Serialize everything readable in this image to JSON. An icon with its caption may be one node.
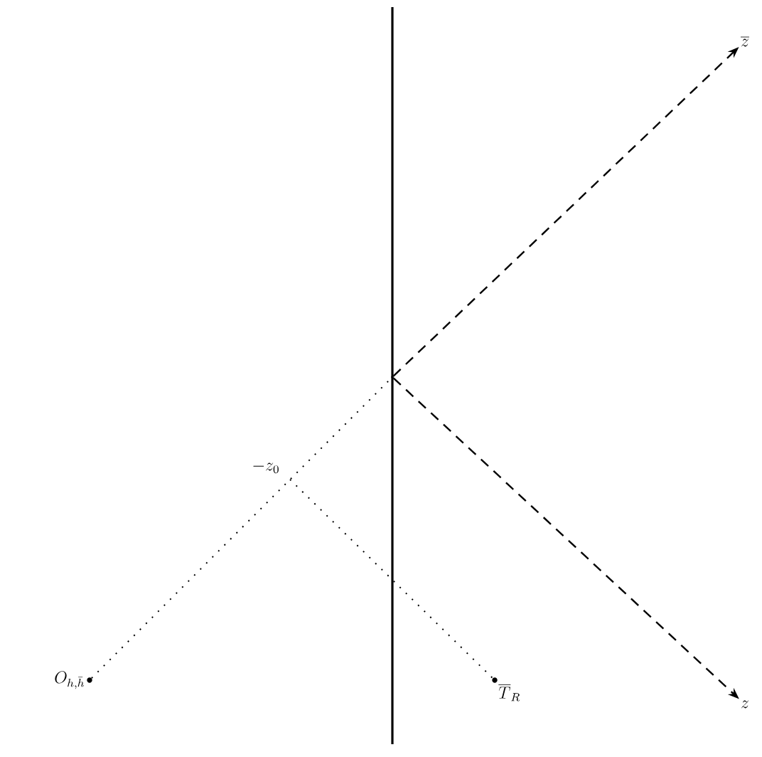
{
  "diagram": {
    "nodes": [
      {
        "text": [
          "O_{h,\\bar{h}}"
        ]
      },
      {
        "text": [
          "-z_0"
        ]
      },
      {
        "text": [
          "\\overline{T}_R"
        ]
      },
      {
        "text": [],
        "shape": "dot"
      },
      {
        "text": [
          "\\overline{z}"
        ]
      },
      {
        "text": [
          "z"
        ]
      }
    ],
    "edges": [
      {
        "from": 0,
        "to": 3,
        "arrow": "none"
      },
      {
        "from": 1,
        "to": 2,
        "arrow": "none"
      },
      {
        "from": 3,
        "to": 4,
        "arrow": "to",
        "style": "dashed"
      },
      {
        "from": 3,
        "to": 5,
        "arrow": "to",
        "style": "dashed"
      }
    ]
  }
}
